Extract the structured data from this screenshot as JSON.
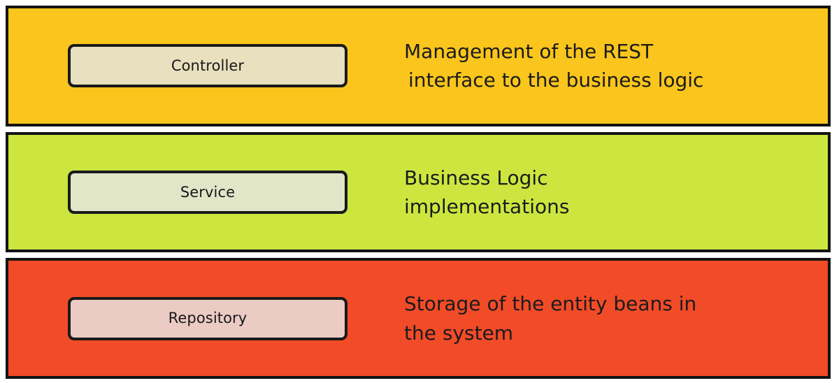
{
  "diagram": {
    "type": "layered-architecture",
    "background": "#ffffff",
    "border_color": "#141414",
    "text_color": "#1b1b1d",
    "layers": [
      {
        "id": "controller",
        "band_color": "#FAC51C",
        "box_fill": "#E8E0BE",
        "box_border": "#1a1a1a",
        "box_label": "Controller",
        "description_lines": [
          "Management of the REST",
          "interface to the business logic"
        ]
      },
      {
        "id": "service",
        "band_color": "#CDE63F",
        "box_fill": "#E1E6C8",
        "box_border": "#1a1a1a",
        "box_label": "Service",
        "description_lines": [
          "Business Logic",
          "implementations"
        ]
      },
      {
        "id": "repository",
        "band_color": "#F24B28",
        "box_fill": "#EBCBC3",
        "box_border": "#1a1a1a",
        "box_label": "Repository",
        "description_lines": [
          "Storage of the entity beans in",
          "the system"
        ]
      }
    ]
  }
}
